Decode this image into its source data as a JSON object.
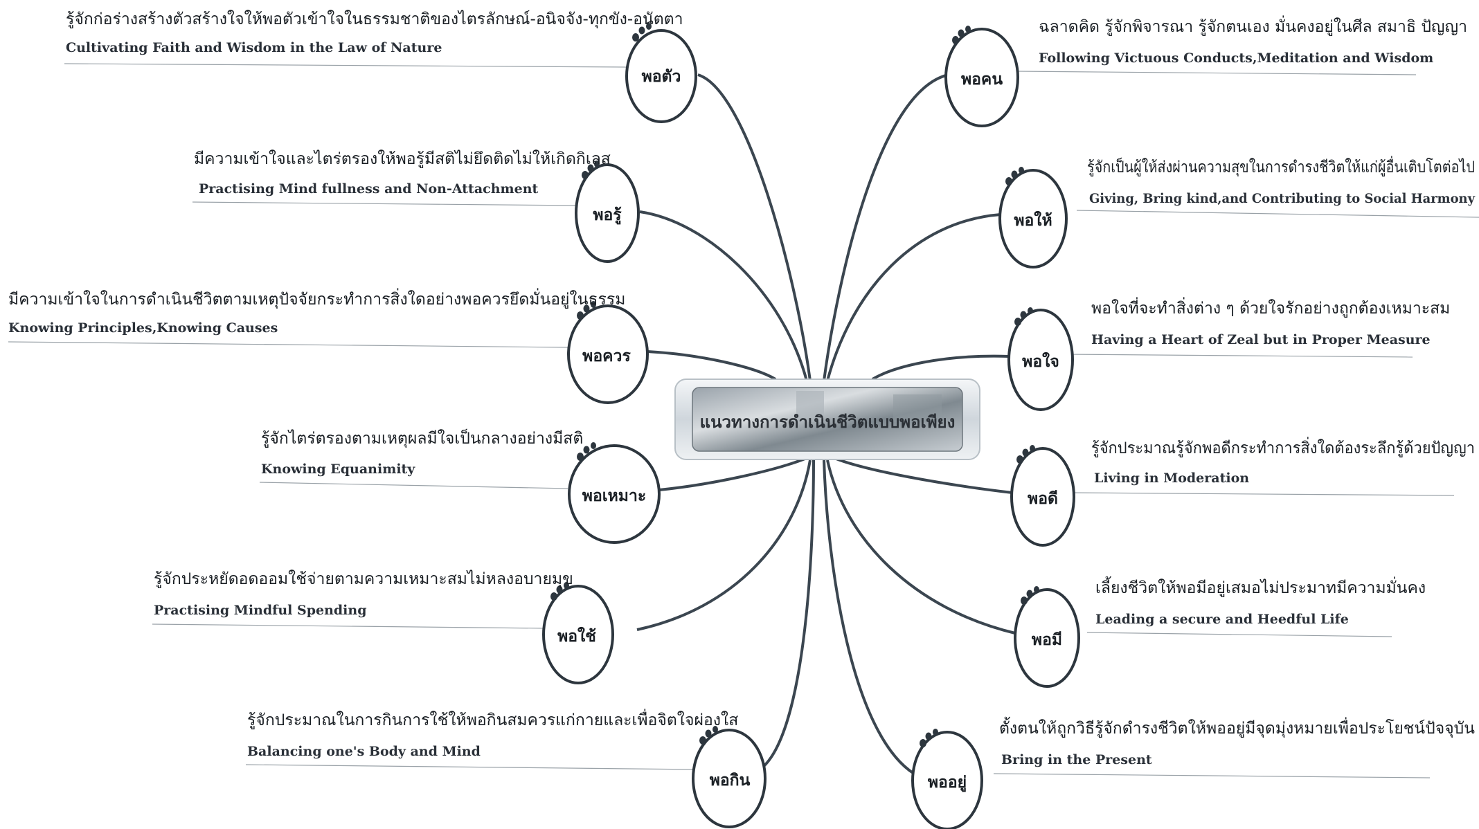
{
  "center": {
    "label": "แนวทางการดำเนินชีวิตแบบพอเพียง"
  },
  "branches": [
    {
      "id": "pho-tua",
      "node": "พอตัว",
      "thai": "รู้จักก่อร่างสร้างตัวสร้างใจให้พอตัวเข้าใจในธรรมชาติของไตรลักษณ์-อนิจจัง-ทุกขัง-อนัตตา",
      "english": "Cultivating Faith and Wisdom in the Law of Nature"
    },
    {
      "id": "pho-ru",
      "node": "พอรู้",
      "thai": "มีความเข้าใจและไตร่ตรองให้พอรู้มีสติไม่ยึดติดไม่ให้เกิดกิเลส",
      "english": "Practising Mind fullness and Non-Attachment"
    },
    {
      "id": "pho-khuan",
      "node": "พอควร",
      "thai": "มีความเข้าใจในการดำเนินชีวิตตามเหตุปัจจัยกระทำการสิ่งใดอย่างพอควรยึดมั่นอยู่ในธรรม",
      "english": "Knowing Principles,Knowing Causes"
    },
    {
      "id": "pho-mo",
      "node": "พอเหมาะ",
      "thai": "รู้จักไตร่ตรองตามเหตุผลมีใจเป็นกลางอย่างมีสติ",
      "english": "Knowing Equanimity"
    },
    {
      "id": "pho-chai",
      "node": "พอใช้",
      "thai": "รู้จักประหยัดอดออมใช้จ่ายตามความเหมาะสมไม่หลงอบายมุข",
      "english": "Practising Mindful Spending"
    },
    {
      "id": "pho-kin",
      "node": "พอกิน",
      "thai": "รู้จักประมาณในการกินการใช้ให้พอกินสมควรแก่กายและเพื่อจิตใจผ่องใส",
      "english": "Balancing one's Body and Mind"
    },
    {
      "id": "pho-khon",
      "node": "พอคน",
      "thai": "ฉลาดคิด รู้จักพิจารณา รู้จักตนเอง มั่นคงอยู่ในศีล สมาธิ ปัญญา",
      "english": "Following Victuous Conducts,Meditation and Wisdom"
    },
    {
      "id": "pho-hai",
      "node": "พอให้",
      "thai": "รู้จักเป็นผู้ให้ส่งผ่านความสุขในการดำรงชีวิตให้แก่ผู้อื่นเติบโตต่อไป",
      "english": "Giving, Bring kind,and Contributing to Social Harmony"
    },
    {
      "id": "pho-jai",
      "node": "พอใจ",
      "thai": "พอใจที่จะทำสิ่งต่าง ๆ ด้วยใจรักอย่างถูกต้องเหมาะสม",
      "english": "Having a Heart of Zeal but in Proper Measure"
    },
    {
      "id": "pho-di",
      "node": "พอดี",
      "thai": "รู้จักประมาณรู้จักพอดีกระทำการสิ่งใดต้องระลึกรู้ด้วยปัญญา",
      "english": "Living in Moderation"
    },
    {
      "id": "pho-mi",
      "node": "พอมี",
      "thai": "เลี้ยงชีวิตให้พอมีอยู่เสมอไม่ประมาทมีความมั่นคง",
      "english": "Leading a secure and Heedful Life"
    },
    {
      "id": "pho-yu",
      "node": "พออยู่",
      "thai": "ตั้งตนให้ถูกวิธีรู้จักดำรงชีวิตให้พออยู่มีจุดมุ่งหมายเพื่อประโยชน์ปัจจุบัน",
      "english": "Bring in the Present"
    }
  ]
}
